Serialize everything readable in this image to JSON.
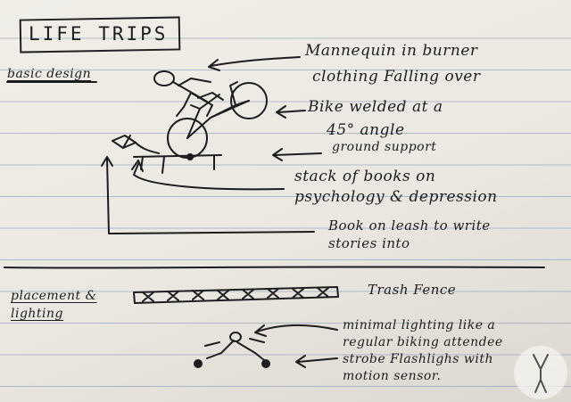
{
  "title": "LIFE TRIPS",
  "sections": {
    "basic_design": "basic design",
    "placement_line1": "placement &",
    "placement_line2": "lighting"
  },
  "annotations": {
    "mannequin_line1": "Mannequin in burner",
    "mannequin_line2": "clothing Falling over",
    "bike_line1": "Bike welded at a",
    "bike_line2": "45° angle",
    "bike_line3": "ground support",
    "books_line1": "stack of books on",
    "books_line2": "psychology & depression",
    "leash_line1": "Book on leash to write",
    "leash_line2": "stories into",
    "fence": "Trash Fence",
    "lighting_line1": "minimal lighting like a",
    "lighting_line2": "regular biking attendee",
    "strobe_line1": "strobe Flashlighs with",
    "strobe_line2": "motion sensor."
  },
  "colors": {
    "ink": "#1d1d1f",
    "paper": "#ebe8e1",
    "rule_line": "#7896be"
  }
}
